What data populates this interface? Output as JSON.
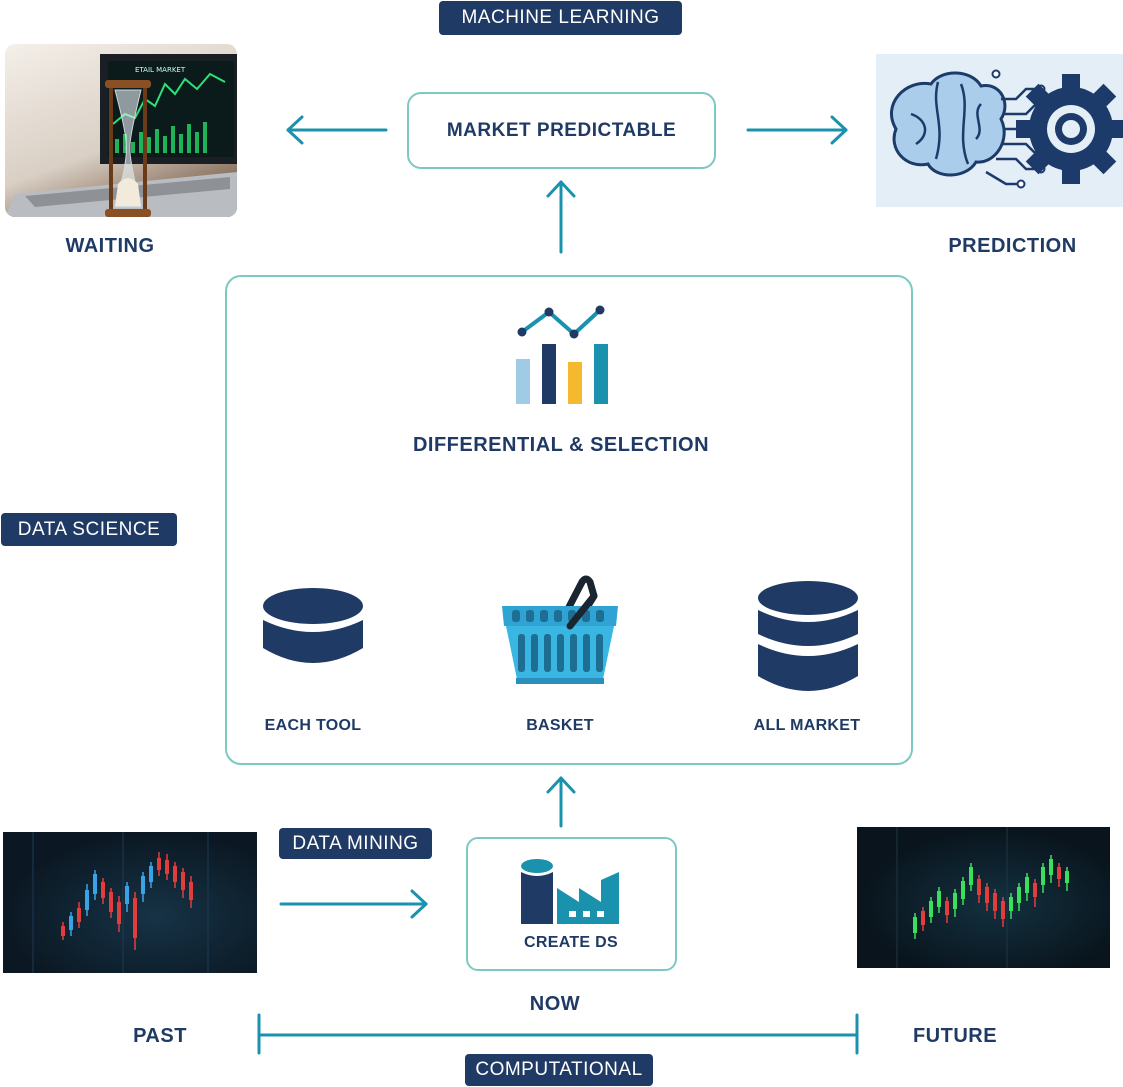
{
  "tags": {
    "machine_learning": "MACHINE LEARNING",
    "data_science": "DATA SCIENCE",
    "data_mining": "DATA MINING",
    "computational": "COMPUTATIONAL"
  },
  "top": {
    "market_predictable": "MARKET PREDICTABLE",
    "waiting": "WAITING",
    "prediction": "PREDICTION"
  },
  "center": {
    "differential_selection": "DIFFERENTIAL & SELECTION",
    "each_tool": "EACH TOOL",
    "basket": "BASKET",
    "all_market": "ALL MARKET"
  },
  "bottom": {
    "create_ds": "CREATE DS",
    "now": "NOW",
    "past": "PAST",
    "future": "FUTURE"
  },
  "colors": {
    "navy": "#1f3a64",
    "teal": "#1b92ad",
    "box_border": "#7cc9c3",
    "light_blue": "#9fcbe5",
    "yellow": "#f4b92e"
  },
  "images": {
    "laptop_caption": "ETAIL MARKET"
  }
}
